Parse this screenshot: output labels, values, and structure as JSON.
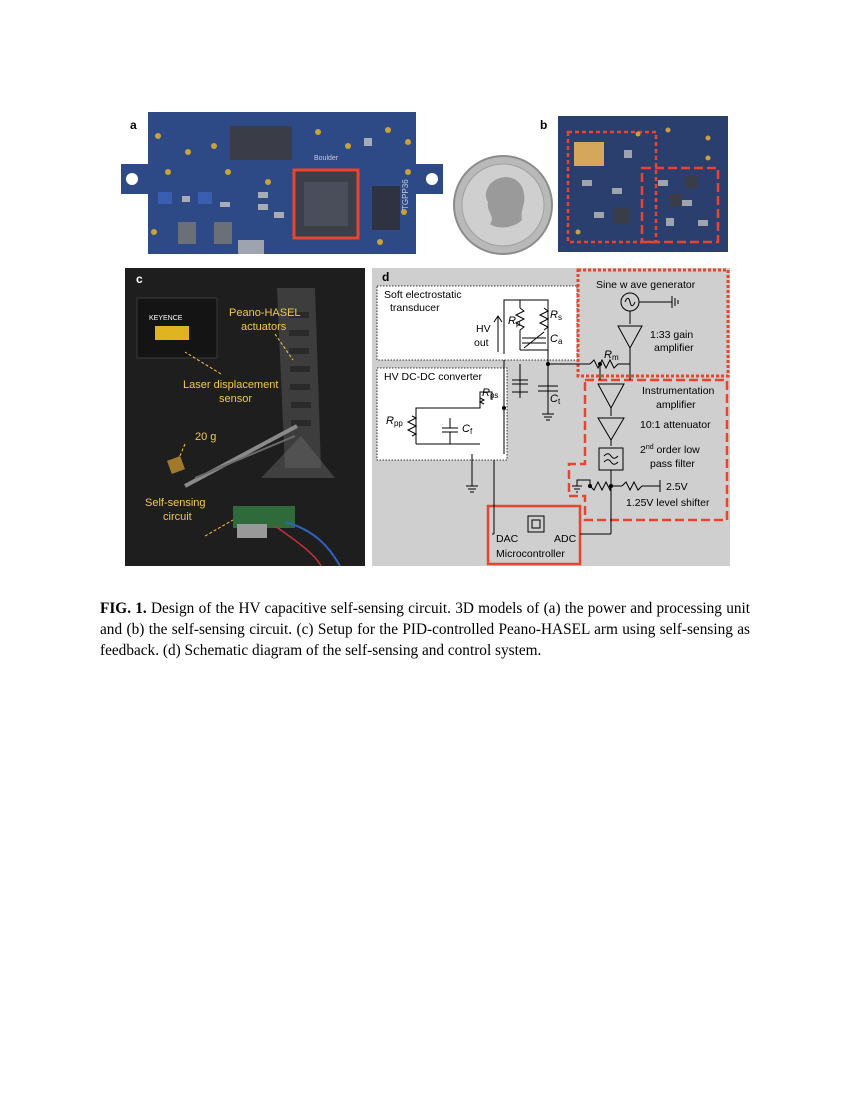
{
  "figure": {
    "panels": [
      {
        "id": "a",
        "label": "a",
        "subject": "power and processing unit 3D model",
        "silk_texts": [
          "Boulder",
          "TGPP36"
        ]
      },
      {
        "id": "b",
        "label": "b",
        "subject": "self-sensing circuit 3D model"
      },
      {
        "id": "c",
        "label": "c",
        "subject": "setup photo",
        "labels": {
          "actuators": "Peano-HASEL actuators",
          "sensor": "Laser displacement sensor",
          "mass": "20 g",
          "circuit": "Self-sensing circuit",
          "brand": "KEYENCE"
        }
      },
      {
        "id": "d",
        "label": "d",
        "subject": "schematic",
        "labels": {
          "transducer": "Soft electrostatic transducer",
          "hv_out": "HV out",
          "converter": "HV DC-DC converter",
          "sine": "Sine w ave generator",
          "gain_amp": "1:33 gain amplifier",
          "inst_amp": "Instrumentation amplifier",
          "attenuator": "10:1 attenuator",
          "filter_pre": "2",
          "filter_sup": "nd",
          "filter_post": " order low pass filter",
          "v25": "2.5V",
          "shifter": "1.25V level shifter",
          "dac": "DAC",
          "adc": "ADC",
          "mcu": "Microcontroller",
          "Rs": "R",
          "Rs_sub": "s",
          "Rp": "R",
          "Rp_sub": "p",
          "Ca": "C",
          "Ca_sub": "a",
          "Ct": "C",
          "Ct_sub": "t",
          "Rm": "R",
          "Rm_sub": "m",
          "Rps": "R",
          "Rps_sub": "ps",
          "Rpp": "R",
          "Rpp_sub": "pp",
          "Cf": "C",
          "Cf_sub": "f"
        }
      }
    ],
    "colors": {
      "pcb": "#2d4a86",
      "highlight": "#e8442e",
      "schematic_bg": "#cfcfcf",
      "photo_bg": "#1e1e1e",
      "label_yellow": "#f2c94c"
    }
  },
  "caption": {
    "label": "FIG. 1.",
    "text": " Design of the HV capacitive self-sensing circuit. 3D models of (a) the power and processing unit and (b) the self-sensing circuit. (c) Setup for the PID-controlled Peano-HASEL arm using self-sensing as feedback. (d) Schematic diagram of the self-sensing and control system."
  }
}
